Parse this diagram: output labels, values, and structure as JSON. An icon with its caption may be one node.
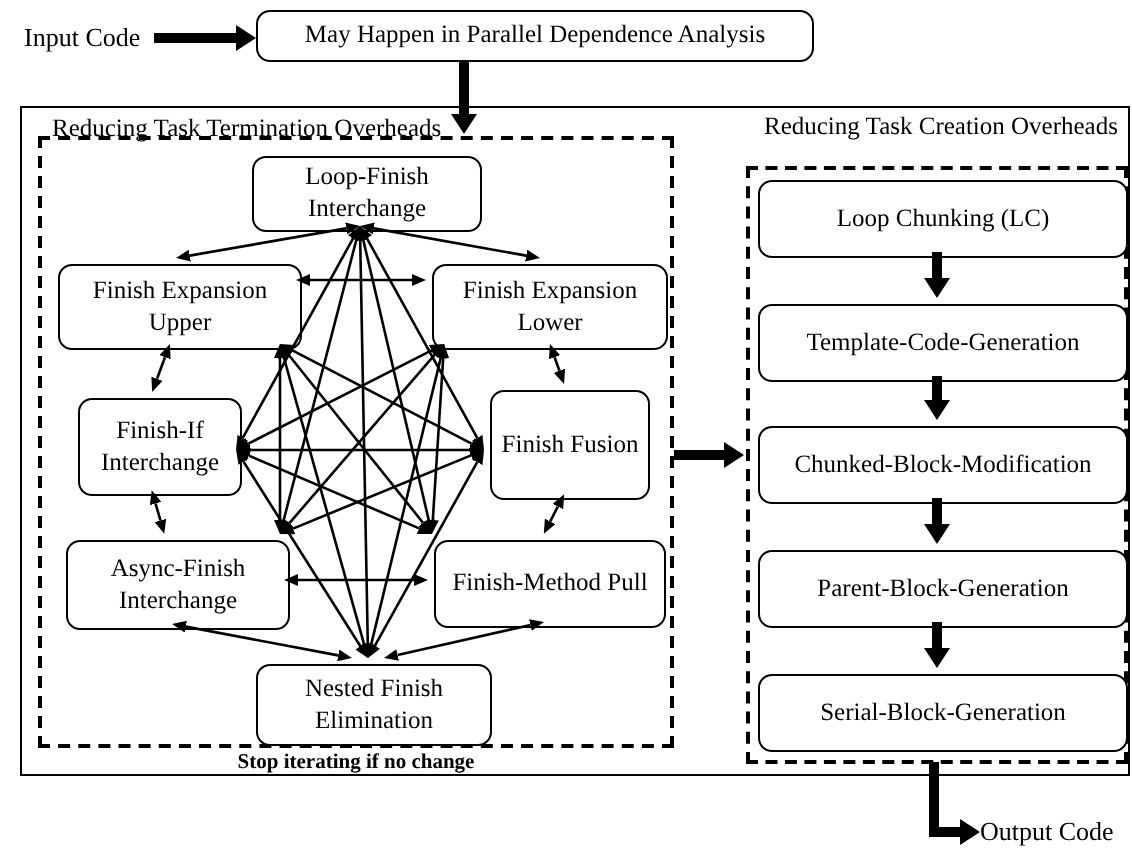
{
  "diagram": {
    "nodes": [
      {
        "text": [
          "Input Code"
        ]
      },
      {
        "text": [
          "May Happen in Parallel Dependence Analysis"
        ]
      },
      {
        "text": [],
        "shape": "box"
      },
      {
        "text": [
          "Reducing Task Termination Overheads"
        ],
        "beside": [
          "Stop iterating if no change"
        ],
        "in": 2
      },
      {
        "text": [
          "Loop-Finish Interchange"
        ],
        "in": 3
      },
      {
        "text": [
          "Finish Expansion Upper"
        ],
        "in": 3
      },
      {
        "text": [
          "Finish Expansion Lower"
        ],
        "in": 3
      },
      {
        "text": [
          "Finish-If Interchange"
        ],
        "in": 3
      },
      {
        "text": [
          "Finish Fusion"
        ],
        "in": 3
      },
      {
        "text": [
          "Async-Finish Interchange"
        ],
        "in": 3
      },
      {
        "text": [
          "Finish-Method Pull"
        ],
        "in": 3
      },
      {
        "text": [
          "Nested Finish Elimination"
        ],
        "in": 3
      },
      {
        "text": [
          "Reducing Task Creation Overheads"
        ],
        "in": 2
      },
      {
        "text": [
          "Loop Chunking (LC)"
        ],
        "in": 12
      },
      {
        "text": [
          "Template-Code-Generation"
        ],
        "in": 12
      },
      {
        "text": [
          "Chunked-Block-Modification"
        ],
        "in": 12
      },
      {
        "text": [
          "Parent-Block-Generation"
        ],
        "in": 12
      },
      {
        "text": [
          "Serial-Block-Generation"
        ],
        "in": 12
      },
      {
        "text": [
          "Output Code"
        ]
      }
    ],
    "edges": [
      {
        "from": 0,
        "to": 1,
        "arrow": "to",
        "style": "thick"
      },
      {
        "from": 1,
        "to": 3,
        "arrow": "to",
        "style": "thick"
      },
      {
        "from": 4,
        "to": 5,
        "arrow": "both"
      },
      {
        "from": 4,
        "to": 6,
        "arrow": "both"
      },
      {
        "from": 4,
        "to": 7,
        "arrow": "both"
      },
      {
        "from": 4,
        "to": 8,
        "arrow": "both"
      },
      {
        "from": 4,
        "to": 9,
        "arrow": "both"
      },
      {
        "from": 4,
        "to": 10,
        "arrow": "both"
      },
      {
        "from": 4,
        "to": 11,
        "arrow": "both"
      },
      {
        "from": 5,
        "to": 6,
        "arrow": "both"
      },
      {
        "from": 5,
        "to": 7,
        "arrow": "both"
      },
      {
        "from": 5,
        "to": 8,
        "arrow": "both"
      },
      {
        "from": 5,
        "to": 9,
        "arrow": "both"
      },
      {
        "from": 5,
        "to": 10,
        "arrow": "both"
      },
      {
        "from": 5,
        "to": 11,
        "arrow": "both"
      },
      {
        "from": 6,
        "to": 7,
        "arrow": "both"
      },
      {
        "from": 6,
        "to": 8,
        "arrow": "both"
      },
      {
        "from": 6,
        "to": 9,
        "arrow": "both"
      },
      {
        "from": 6,
        "to": 10,
        "arrow": "both"
      },
      {
        "from": 6,
        "to": 11,
        "arrow": "both"
      },
      {
        "from": 7,
        "to": 8,
        "arrow": "both"
      },
      {
        "from": 7,
        "to": 9,
        "arrow": "both"
      },
      {
        "from": 7,
        "to": 10,
        "arrow": "both"
      },
      {
        "from": 7,
        "to": 11,
        "arrow": "both"
      },
      {
        "from": 8,
        "to": 9,
        "arrow": "both"
      },
      {
        "from": 8,
        "to": 10,
        "arrow": "both"
      },
      {
        "from": 8,
        "to": 11,
        "arrow": "both"
      },
      {
        "from": 9,
        "to": 10,
        "arrow": "both"
      },
      {
        "from": 9,
        "to": 11,
        "arrow": "both"
      },
      {
        "from": 10,
        "to": 11,
        "arrow": "both"
      },
      {
        "from": 3,
        "to": 12,
        "arrow": "to",
        "style": "thick"
      },
      {
        "from": 13,
        "to": 14,
        "arrow": "to",
        "style": "thick"
      },
      {
        "from": 14,
        "to": 15,
        "arrow": "to",
        "style": "thick"
      },
      {
        "from": 15,
        "to": 16,
        "arrow": "to",
        "style": "thick"
      },
      {
        "from": 16,
        "to": 17,
        "arrow": "to",
        "style": "thick"
      },
      {
        "from": 12,
        "to": 18,
        "arrow": "to",
        "style": "thick"
      }
    ]
  }
}
